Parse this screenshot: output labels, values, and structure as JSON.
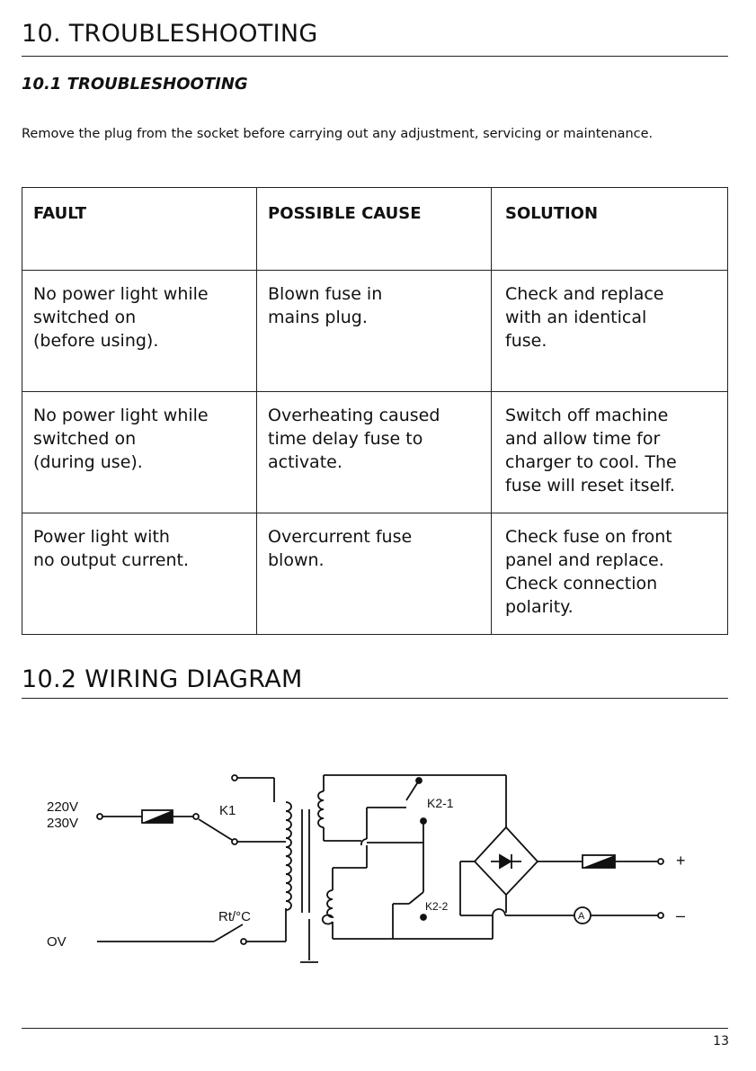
{
  "heading": "10.  TROUBLESHOOTING",
  "subheading": "10.1 TROUBLESHOOTING",
  "intro": "Remove the plug from the socket before carrying out any adjustment, servicing or maintenance.",
  "table": {
    "headers": [
      "FAULT",
      "POSSIBLE CAUSE",
      "SOLUTION"
    ],
    "rows": [
      [
        "No power light while\nswitched on\n(before using).",
        "Blown fuse in\nmains plug.",
        "Check and replace\nwith an identical\nfuse."
      ],
      [
        "No power light while\nswitched on\n(during use).",
        "Overheating caused\ntime delay fuse to\nactivate.",
        "Switch off machine\nand allow time for\ncharger to cool. The\nfuse will reset itself."
      ],
      [
        "Power light with\nno output current.",
        "Overcurrent fuse\nblown.",
        "Check fuse on front\npanel and replace.\nCheck connection\npolarity."
      ]
    ]
  },
  "wiring_heading": "10.2  WIRING DIAGRAM",
  "diagram": {
    "label_220": "220V",
    "label_230": "230V",
    "label_0v": "OV",
    "label_k1": "K1",
    "label_rt": "Rt/°C",
    "label_k21": "K2-1",
    "label_k22": "K2-2",
    "label_ammeter": "A",
    "label_plus": "+",
    "label_minus": "–"
  },
  "page_number": "13"
}
